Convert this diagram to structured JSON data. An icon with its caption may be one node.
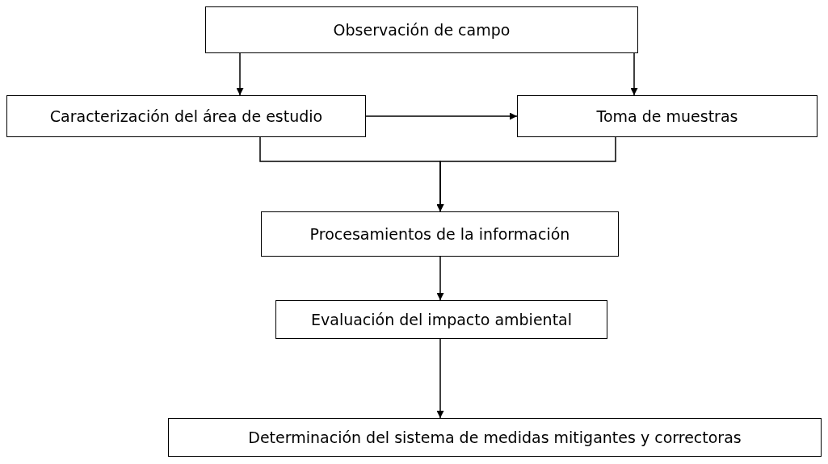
{
  "diagram": {
    "nodes": [
      {
        "text": [
          "Observación de campo"
        ]
      },
      {
        "text": [
          "Caracterización del área de estudio"
        ]
      },
      {
        "text": [
          "Toma de muestras"
        ]
      },
      {
        "text": [
          "Procesamientos de la información"
        ]
      },
      {
        "text": [
          "Evaluación del impacto ambiental"
        ]
      },
      {
        "text": [
          "Determinación del sistema de medidas mitigantes y correctoras"
        ]
      }
    ],
    "edges": [
      {
        "from": 0,
        "to": 1,
        "arrow": "to"
      },
      {
        "from": 0,
        "to": 2,
        "arrow": "to"
      },
      {
        "from": 1,
        "to": 2,
        "arrow": "to"
      },
      {
        "from": 1,
        "to": 3,
        "arrow": "to"
      },
      {
        "from": 2,
        "to": 3,
        "arrow": "to"
      },
      {
        "from": 3,
        "to": 4,
        "arrow": "to"
      },
      {
        "from": 4,
        "to": 5,
        "arrow": "to"
      }
    ]
  }
}
